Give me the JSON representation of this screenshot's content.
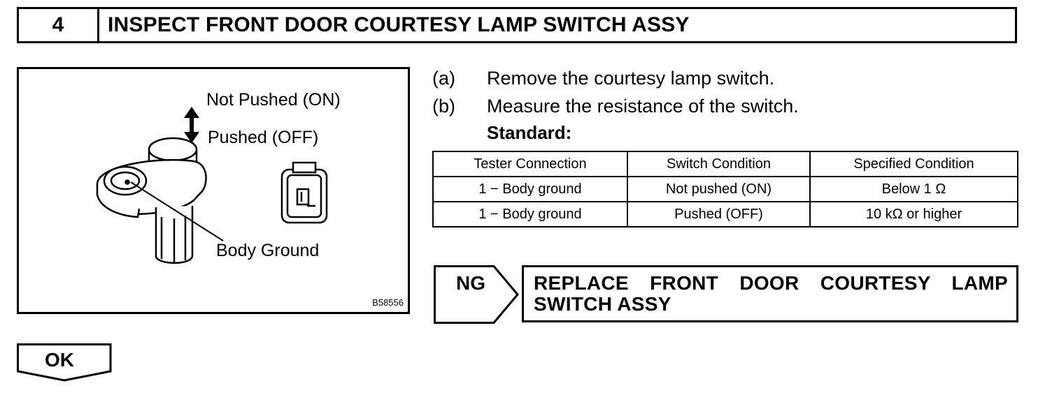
{
  "header": {
    "step_number": "4",
    "title": "INSPECT FRONT DOOR COURTESY LAMP SWITCH ASSY"
  },
  "figure": {
    "label_not_pushed": "Not Pushed (ON)",
    "label_pushed": "Pushed (OFF)",
    "label_body_ground": "Body Ground",
    "terminal_number": "1",
    "figure_id": "B58556"
  },
  "steps": [
    {
      "letter": "(a)",
      "text": "Remove the courtesy lamp switch."
    },
    {
      "letter": "(b)",
      "text": "Measure the resistance of the switch."
    }
  ],
  "standard_label": "Standard:",
  "table": {
    "headers": [
      "Tester Connection",
      "Switch Condition",
      "Specified Condition"
    ],
    "rows": [
      [
        "1 − Body ground",
        "Not pushed (ON)",
        "Below 1 Ω"
      ],
      [
        "1 − Body ground",
        "Pushed (OFF)",
        "10 kΩ or higher"
      ]
    ]
  },
  "ng": {
    "label": "NG",
    "action": "REPLACE FRONT DOOR COURTESY LAMP SWITCH ASSY"
  },
  "ok": {
    "label": "OK"
  }
}
